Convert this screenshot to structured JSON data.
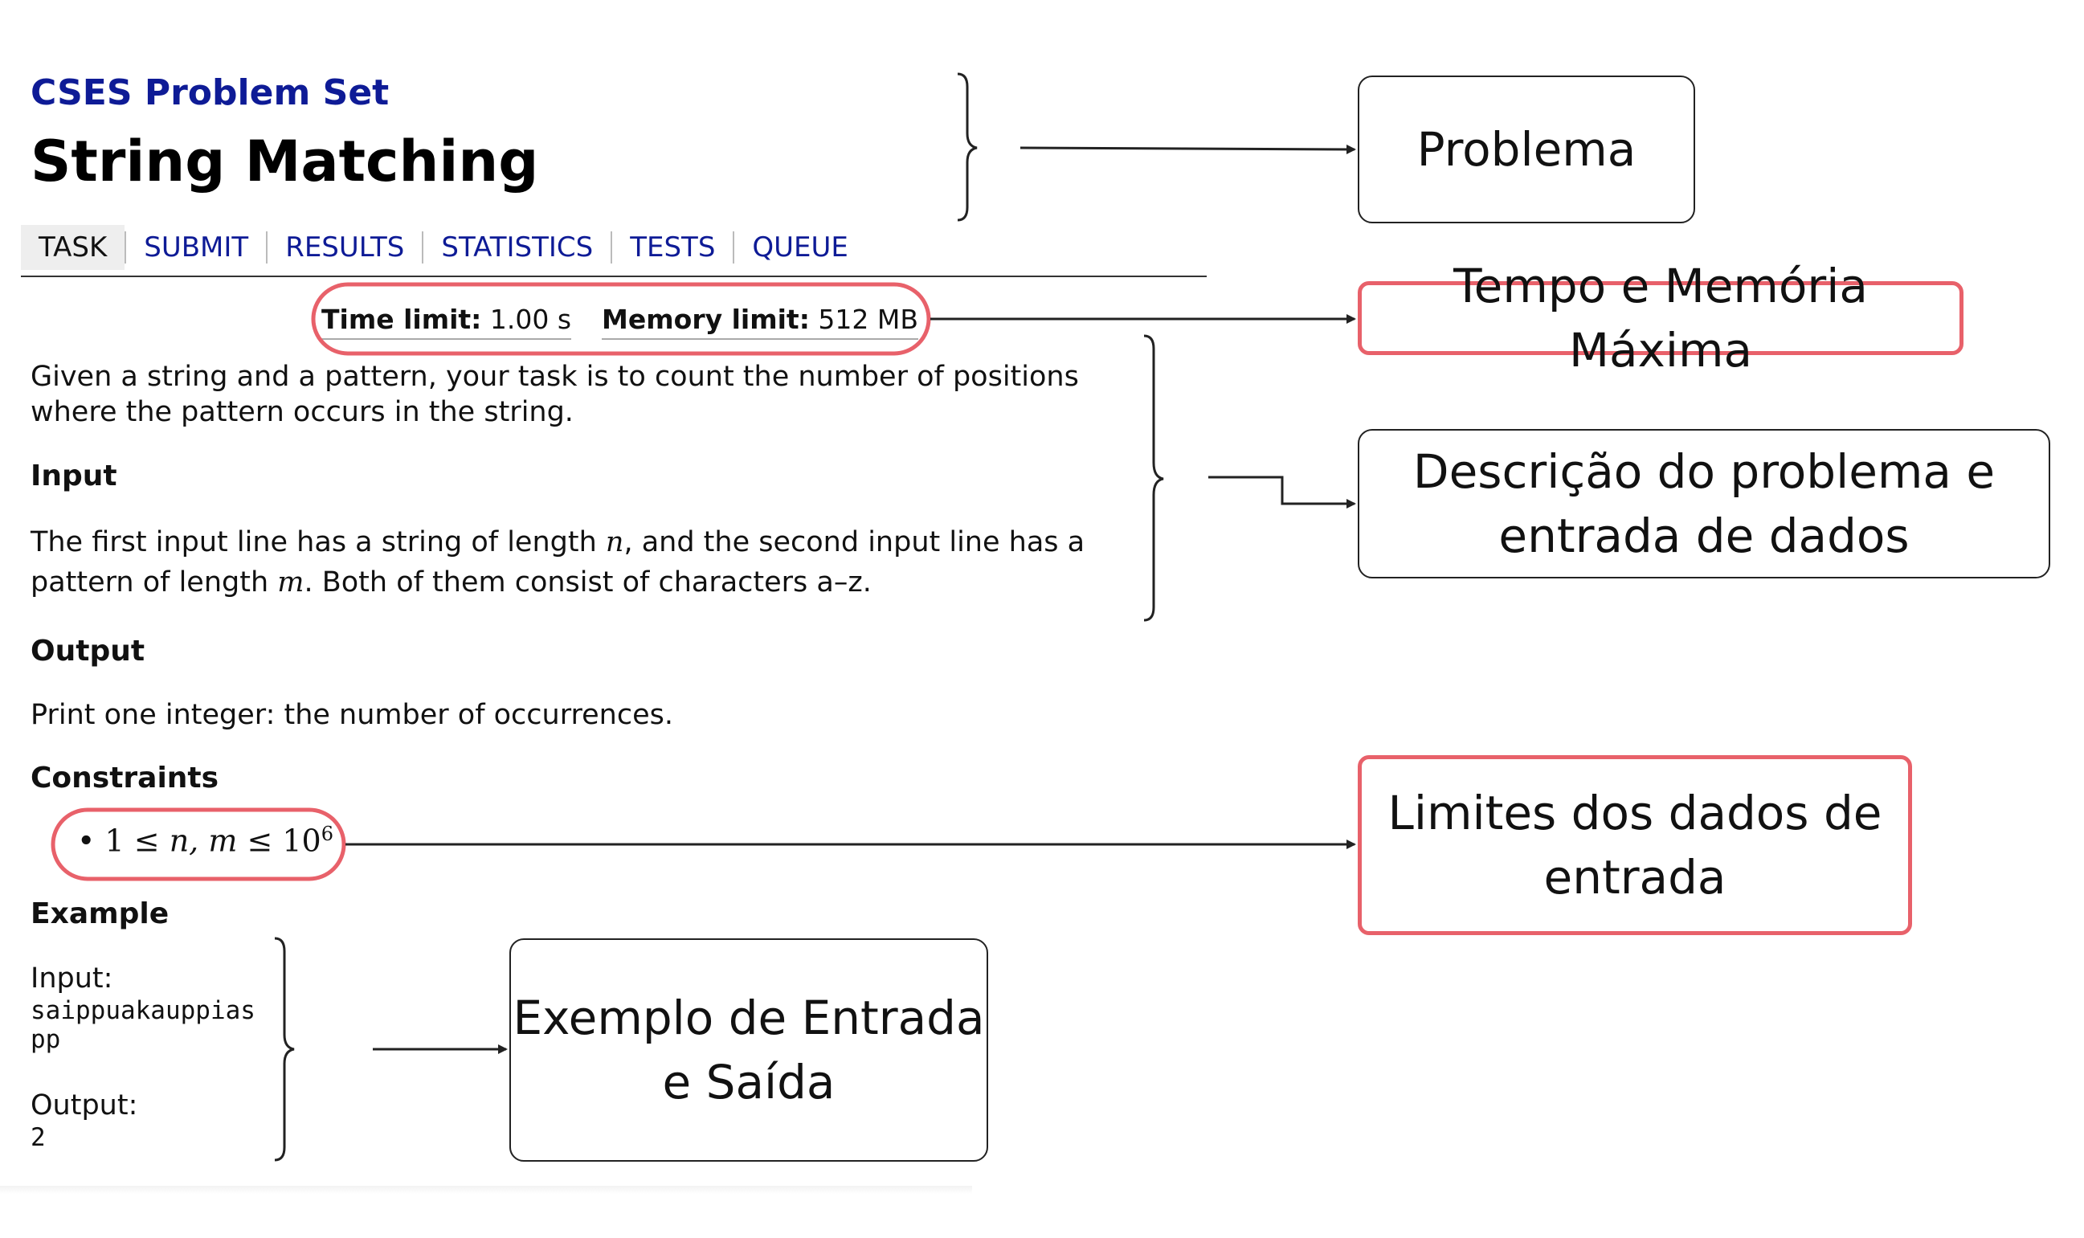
{
  "problem": {
    "site_title": "CSES Problem Set",
    "title": "String Matching",
    "tabs": [
      {
        "label": "TASK",
        "active": true
      },
      {
        "label": "SUBMIT",
        "active": false
      },
      {
        "label": "RESULTS",
        "active": false
      },
      {
        "label": "STATISTICS",
        "active": false
      },
      {
        "label": "TESTS",
        "active": false
      },
      {
        "label": "QUEUE",
        "active": false
      }
    ],
    "limits": {
      "time_label": "Time limit:",
      "time_value": "1.00 s",
      "memory_label": "Memory limit:",
      "memory_value": "512 MB"
    },
    "description_line1": "Given a string and a pattern, your task is to count the number of positions",
    "description_line2": "where the pattern occurs in the string.",
    "input_heading": "Input",
    "input_line1_a": "The first input line has a string of length ",
    "input_var_n": "n",
    "input_line1_b": ", and the second input line has a",
    "input_line2_a": "pattern of length ",
    "input_var_m": "m",
    "input_line2_b": ". Both of them consist of characters a–z.",
    "output_heading": "Output",
    "output_text": "Print one integer: the number of occurrences.",
    "constraints_heading": "Constraints",
    "constraint": {
      "prefix": "1 ≤ ",
      "vars": "n, m",
      "mid": " ≤ 10",
      "exp": "6"
    },
    "example_heading": "Example",
    "example": {
      "input_label": "Input:",
      "input_lines": [
        "saippuakauppias",
        "pp"
      ],
      "output_label": "Output:",
      "output_value": "2"
    }
  },
  "annotations": {
    "problema": "Problema",
    "tempo": "Tempo e Memória Máxima",
    "descricao_line1": "Descrição do problema e",
    "descricao_line2": "entrada de dados",
    "limites_line1": "Limites dos dados de",
    "limites_line2": "entrada",
    "exemplo_line1": "Exemplo de Entrada",
    "exemplo_line2": "e Saída"
  },
  "colors": {
    "link": "#0e1b96",
    "highlight": "#e8616a",
    "text": "#111111"
  }
}
